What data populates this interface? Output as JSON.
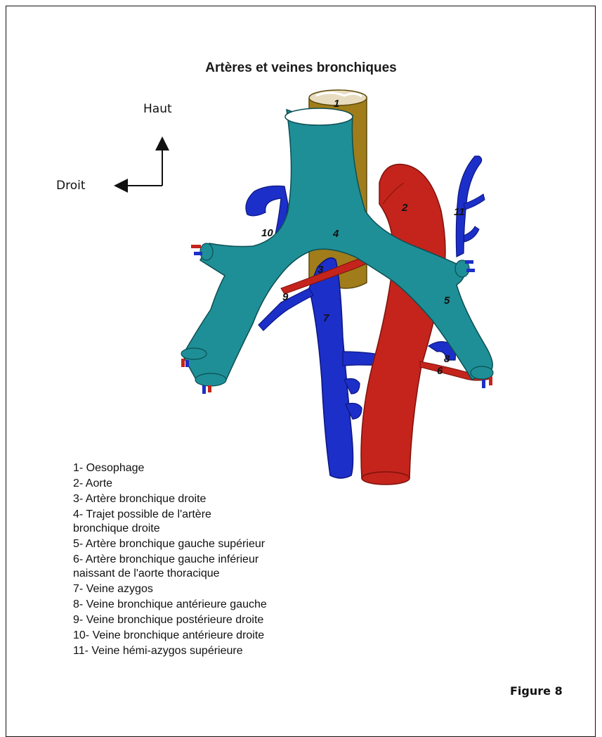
{
  "title": "Artères et veines bronchiques",
  "directions": {
    "up": "Haut",
    "right": "Droit"
  },
  "diagram_numbers": [
    "1",
    "2",
    "3",
    "4",
    "5",
    "6",
    "7",
    "8",
    "9",
    "10",
    "11"
  ],
  "colors": {
    "esophagus": "#a07d1a",
    "aorta": "#c4241c",
    "trachea": "#1f8f97",
    "vein": "#1c2fc8",
    "artery": "#c4241c"
  },
  "legend": [
    {
      "line1": "1- Oesophage",
      "line2": ""
    },
    {
      "line1": "2- Aorte",
      "line2": ""
    },
    {
      "line1": "3- Artère bronchique droite",
      "line2": ""
    },
    {
      "line1": "4- Trajet possible de l'artère",
      "line2": "bronchique droite"
    },
    {
      "line1": "5- Artère bronchique gauche supérieur",
      "line2": ""
    },
    {
      "line1": "6- Artère bronchique gauche inférieur",
      "line2": "naissant de l'aorte thoracique"
    },
    {
      "line1": "7- Veine azygos",
      "line2": ""
    },
    {
      "line1": "8- Veine bronchique antérieure gauche",
      "line2": ""
    },
    {
      "line1": "9- Veine bronchique postérieure droite",
      "line2": ""
    },
    {
      "line1": "10- Veine bronchique antérieure droite",
      "line2": ""
    },
    {
      "line1": "11- Veine hémi-azygos supérieure",
      "line2": ""
    }
  ],
  "figure_label": "Figure 8"
}
